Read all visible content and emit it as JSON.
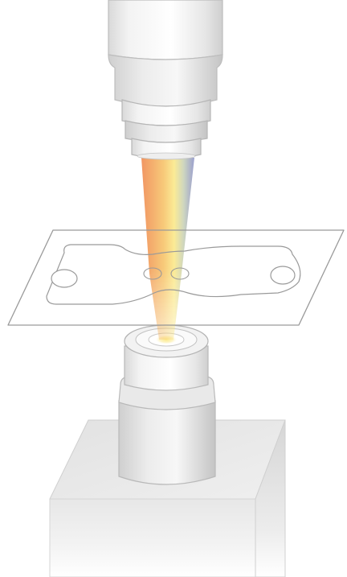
{
  "colors": {
    "background": "#ffffff",
    "housing_light": "#f6f6f6",
    "housing_mid": "#e4e4e4",
    "housing_dark": "#c9c9c9",
    "outline": "#b4b4b4",
    "beam_red": "#f08a52",
    "beam_yellow": "#fbe98a",
    "beam_blue": "#8f95c9",
    "slide_line": "#9a9a9a"
  },
  "components": [
    {
      "id": "light-source",
      "icon": "lamp-housing-icon"
    },
    {
      "id": "spectrum-beam",
      "icon": "light-beam-icon"
    },
    {
      "id": "microfluidic-slide",
      "icon": "microfluidic-chip-icon"
    },
    {
      "id": "objective-lens",
      "icon": "objective-lens-icon"
    },
    {
      "id": "stage-base",
      "icon": "stage-block-icon"
    }
  ]
}
